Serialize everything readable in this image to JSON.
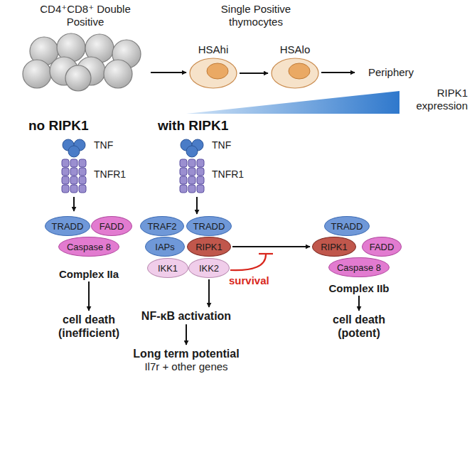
{
  "diagram": {
    "nodes": [
      {
        "text": [
          "CD4⁺CD8⁺ Double Positive"
        ]
      },
      {
        "text": [
          "HSAhi"
        ]
      },
      {
        "text": [
          "HSAlo"
        ]
      },
      {
        "text": [
          "Periphery"
        ]
      },
      {
        "text": [
          "TNF",
          "TNFR1"
        ]
      },
      {
        "text": [
          "Complex IIa"
        ]
      },
      {
        "text": [
          "TRADD"
        ],
        "in": 5
      },
      {
        "text": [
          "FADD"
        ],
        "in": 5
      },
      {
        "text": [
          "Caspase 8"
        ],
        "in": 5
      },
      {
        "text": [
          "cell death (inefficient)"
        ]
      },
      {
        "text": [
          "TNF",
          "TNFR1"
        ]
      },
      {
        "text": [
          "TRAF2"
        ]
      },
      {
        "text": [
          "TRADD"
        ]
      },
      {
        "text": [
          "IAPs"
        ]
      },
      {
        "text": [
          "RIPK1"
        ]
      },
      {
        "text": [
          "IKK1"
        ]
      },
      {
        "text": [
          "IKK2"
        ]
      },
      {
        "text": [
          "NF-κB activation"
        ]
      },
      {
        "text": [
          "Long term potential",
          "Il7r + other genes"
        ]
      },
      {
        "text": [
          "Complex IIb"
        ]
      },
      {
        "text": [
          "TRADD"
        ],
        "in": 19
      },
      {
        "text": [
          "RIPK1"
        ],
        "in": 19
      },
      {
        "text": [
          "FADD"
        ],
        "in": 19
      },
      {
        "text": [
          "Caspase 8"
        ],
        "in": 19
      },
      {
        "text": [
          "cell death (potent)"
        ]
      }
    ],
    "edges": [
      {
        "from": 0,
        "to": 1,
        "arrow": "to"
      },
      {
        "from": 1,
        "to": 2,
        "arrow": "to"
      },
      {
        "from": 2,
        "to": 3,
        "arrow": "to"
      },
      {
        "from": 4,
        "to": 5,
        "arrow": "to"
      },
      {
        "from": 5,
        "to": 9,
        "arrow": "to"
      },
      {
        "from": 10,
        "to": 12,
        "arrow": "to"
      },
      {
        "from": 16,
        "to": 17,
        "arrow": "to"
      },
      {
        "from": 17,
        "to": 18,
        "arrow": "to"
      },
      {
        "from": 14,
        "to": 21,
        "arrow": "to"
      },
      {
        "from": 19,
        "to": 24,
        "arrow": "to"
      }
    ],
    "labels": [
      "Single Positive thymocytes",
      "RIPK1 expression",
      "no RIPK1",
      "with RIPK1",
      "survival"
    ]
  }
}
